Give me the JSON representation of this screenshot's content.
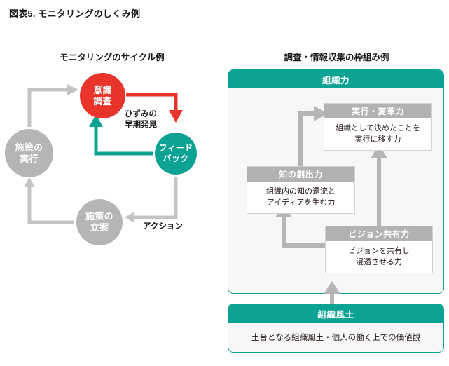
{
  "figure": {
    "title": "図表5. モニタリングのしくみ例"
  },
  "left_panel": {
    "subtitle": "モニタリングのサイクル例",
    "nodes": [
      {
        "id": "ishiki-chousa",
        "label": "意識\n調査",
        "color": "#e8342a"
      },
      {
        "id": "feedback",
        "label": "フィード\nバック",
        "color": "#0da394"
      },
      {
        "id": "shisaku-jikkou",
        "label": "施策の\n実行",
        "color": "#b5b5b5"
      },
      {
        "id": "shisaku-rituan",
        "label": "施策の\n立案",
        "color": "#b5b5b5"
      }
    ],
    "labels": {
      "hizumi": "ひずみの\n早期発見",
      "action": "アクション"
    },
    "arrow_colors": {
      "red": "#e8342a",
      "teal": "#0da394",
      "gray": "#c4c4c4"
    }
  },
  "right_panel": {
    "subtitle": "調査・情報収集の枠組み例",
    "container_header": "組織力",
    "container_border_color": "#0da394",
    "cards": [
      {
        "id": "jikkou-henkaku",
        "header": "実行・変革力",
        "body": "組織として決めたことを\n実行に移す力"
      },
      {
        "id": "chi-no-soushutsu",
        "header": "知の創出力",
        "body": "組織内の知の還流と\nアイディアを生む力"
      },
      {
        "id": "vision-kyouyuu",
        "header": "ビジョン共有力",
        "body": "ビジョンを共有し\n浸透させる力"
      }
    ],
    "culture_box": {
      "header": "組織風土",
      "body": "土台となる組織風土・個人の働く上での価値観"
    }
  }
}
